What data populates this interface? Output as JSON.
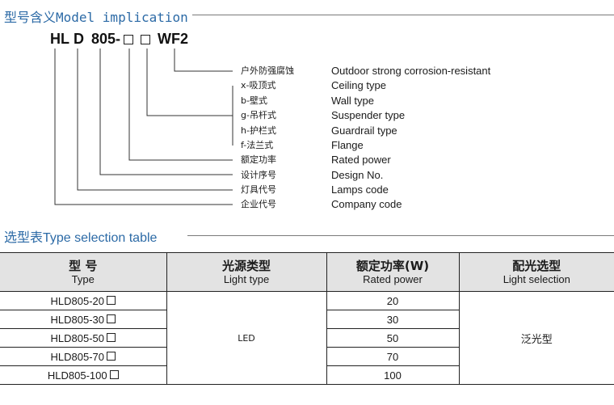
{
  "section1": {
    "title": "型号含义Model implication"
  },
  "model_code": {
    "hl": "HL",
    "d": "D",
    "num": "805-",
    "wf2": "WF2"
  },
  "legend": [
    {
      "zh": "户外防强腐蚀",
      "en": "Outdoor strong corrosion-resistant"
    },
    {
      "zh": "x-吸顶式",
      "en": "Ceiling type"
    },
    {
      "zh": "b-壁式",
      "en": "Wall type"
    },
    {
      "zh": "g-吊杆式",
      "en": "Suspender type"
    },
    {
      "zh": "h-护栏式",
      "en": "Guardrail type"
    },
    {
      "zh": "f-法兰式",
      "en": "Flange"
    },
    {
      "zh": "额定功率",
      "en": "Rated power"
    },
    {
      "zh": "设计序号",
      "en": "Design No."
    },
    {
      "zh": "灯具代号",
      "en": "Lamps code"
    },
    {
      "zh": "企业代号",
      "en": "Company code"
    }
  ],
  "section2": {
    "title": "选型表Type selection table"
  },
  "table": {
    "headers": [
      {
        "zh": "型  号",
        "en": "Type"
      },
      {
        "zh": "光源类型",
        "en": "Light type"
      },
      {
        "zh": "额定功率(W)",
        "en": "Rated power"
      },
      {
        "zh": "配光选型",
        "en": "Light selection"
      }
    ],
    "rows": [
      {
        "type": "HLD805-20",
        "power": "20"
      },
      {
        "type": "HLD805-30",
        "power": "30"
      },
      {
        "type": "HLD805-50",
        "power": "50"
      },
      {
        "type": "HLD805-70",
        "power": "70"
      },
      {
        "type": "HLD805-100",
        "power": "100"
      }
    ],
    "light_type": "LED",
    "light_selection": "泛光型"
  }
}
